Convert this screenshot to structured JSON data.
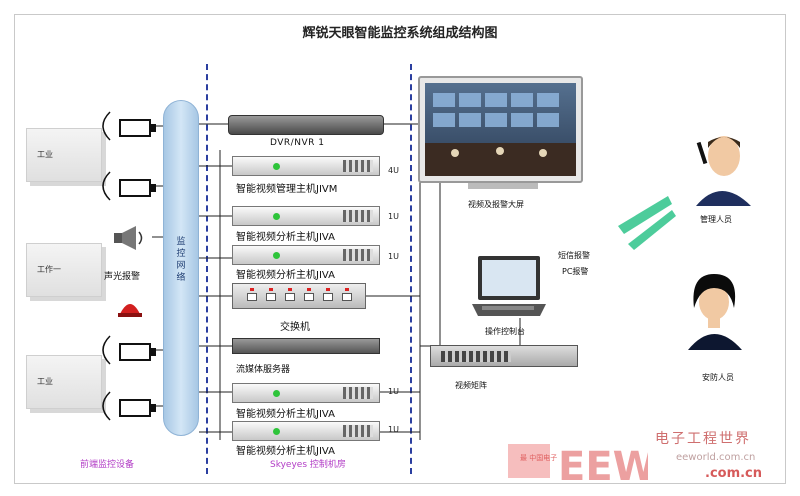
{
  "title": "辉锐天眼智能监控系统组成结构图",
  "front_end": {
    "label": "前端监控设备",
    "terminals": [
      "工业",
      "工作一",
      "工业"
    ],
    "sound_light_alarm": "声光报警"
  },
  "network": {
    "label": "监控网络"
  },
  "host_room": {
    "label": "Skyeyes 控制机房",
    "dvr_label": "DVR/NVR 1",
    "units": [
      {
        "label": "智能视频管理主机JIVM",
        "u": "4U"
      },
      {
        "label": "智能视频分析主机JIVA",
        "u": "1U"
      },
      {
        "label": "智能视频分析主机JIVA",
        "u": "1U"
      }
    ],
    "switch_label": "交换机",
    "stream_label": "流媒体服务器",
    "units_bottom": [
      {
        "label": "智能视频分析主机JIVA",
        "u": "1U"
      },
      {
        "label": "智能视频分析主机JIVA",
        "u": "1U"
      }
    ]
  },
  "control": {
    "video_wall": "视频及报警大屏",
    "console": "操作控制台",
    "matrix": "视频矩阵",
    "sms_alarm": "短信报警",
    "pc_alarm": "PC报警"
  },
  "people": {
    "manager": "管理人员",
    "security": "安防人员"
  },
  "watermark": {
    "left": "EEW",
    "left_small": "最 中国电子",
    "right_line1": "电子工程世界",
    "right_line2": "eeworld.com.cn",
    "right_line3": ".com.cn"
  },
  "colors": {
    "separator": "#2b3fa0",
    "bus": "#bcd6ee",
    "column_label": "#b23cc6",
    "signal": "#2ec48a"
  }
}
